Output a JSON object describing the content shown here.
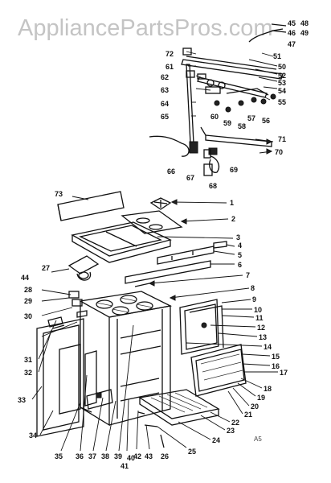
{
  "watermark": "AppliancePartsPros.com",
  "corner_code": "A5",
  "labels": {
    "l1": "1",
    "l2": "2",
    "l3": "3",
    "l4": "4",
    "l5": "5",
    "l6": "6",
    "l7": "7",
    "l8": "8",
    "l9": "9",
    "l10": "10",
    "l11": "11",
    "l12": "12",
    "l13": "13",
    "l14": "14",
    "l15": "15",
    "l16": "16",
    "l17": "17",
    "l18": "18",
    "l19": "19",
    "l20": "20",
    "l21": "21",
    "l22": "22",
    "l23": "23",
    "l24": "24",
    "l25": "25",
    "l26": "26",
    "l27": "27",
    "l28": "28",
    "l29": "29",
    "l30": "30",
    "l31": "31",
    "l32": "32",
    "l33": "33",
    "l34": "34",
    "l35": "35",
    "l36": "36",
    "l37": "37",
    "l38": "38",
    "l39": "39",
    "l40": "40",
    "l41": "41",
    "l42": "42",
    "l43": "43",
    "l44": "44",
    "l45": "45",
    "l46": "46",
    "l47": "47",
    "l48": "48",
    "l49": "49",
    "l50": "50",
    "l51": "51",
    "l52": "52",
    "l53": "53",
    "l54": "54",
    "l55": "55",
    "l56": "56",
    "l57": "57",
    "l58": "58",
    "l59": "59",
    "l60": "60",
    "l61": "61",
    "l62": "62",
    "l63": "63",
    "l64": "64",
    "l65": "65",
    "l66": "66",
    "l67": "67",
    "l68": "68",
    "l69": "69",
    "l70": "70",
    "l71": "71",
    "l72": "72",
    "l73": "73"
  }
}
